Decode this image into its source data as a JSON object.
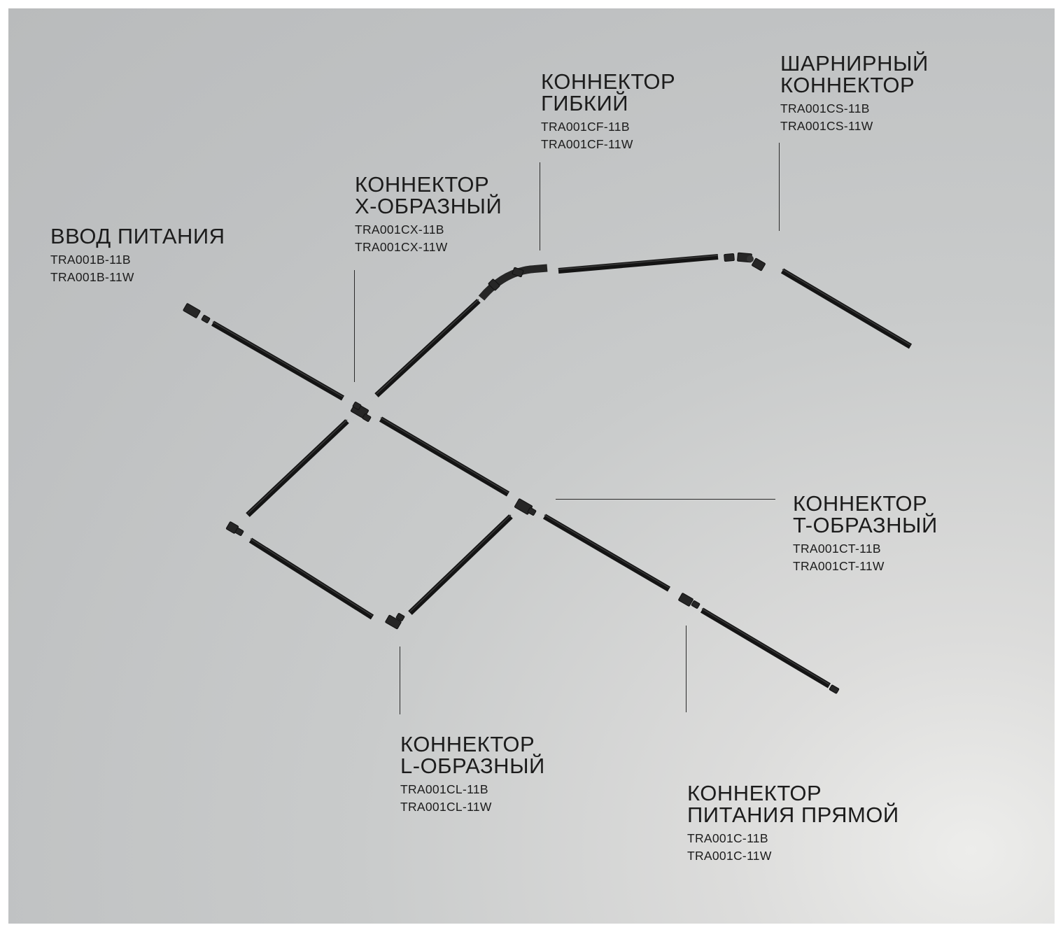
{
  "colors": {
    "track": "#141414",
    "track_edge": "#3a3a3a",
    "connector": "#262626",
    "leader_line": "#2a2a2a",
    "text": "#1c1c1c"
  },
  "callouts": {
    "power_input": {
      "title": "ВВОД ПИТАНИЯ",
      "codes": [
        "TRA001B-11B",
        "TRA001B-11W"
      ]
    },
    "x_connector": {
      "title": "КОННЕКТОР\nX-ОБРАЗНЫЙ",
      "codes": [
        "TRA001CX-11B",
        "TRA001CX-11W"
      ]
    },
    "flex_connector": {
      "title": "КОННЕКТОР\nГИБКИЙ",
      "codes": [
        "TRA001CF-11B",
        "TRA001CF-11W"
      ]
    },
    "hinge_connector": {
      "title": "ШАРНИРНЫЙ\nКОННЕКТОР",
      "codes": [
        "TRA001CS-11B",
        "TRA001CS-11W"
      ]
    },
    "t_connector": {
      "title": "КОННЕКТОР\nT-ОБРАЗНЫЙ",
      "codes": [
        "TRA001CT-11B",
        "TRA001CT-11W"
      ]
    },
    "l_connector": {
      "title": "КОННЕКТОР\nL-ОБРАЗНЫЙ",
      "codes": [
        "TRA001CL-11B",
        "TRA001CL-11W"
      ]
    },
    "straight_power_connector": {
      "title": "КОННЕКТОР\nПИТАНИЯ ПРЯМОЙ",
      "codes": [
        "TRA001C-11B",
        "TRA001C-11W"
      ]
    }
  }
}
